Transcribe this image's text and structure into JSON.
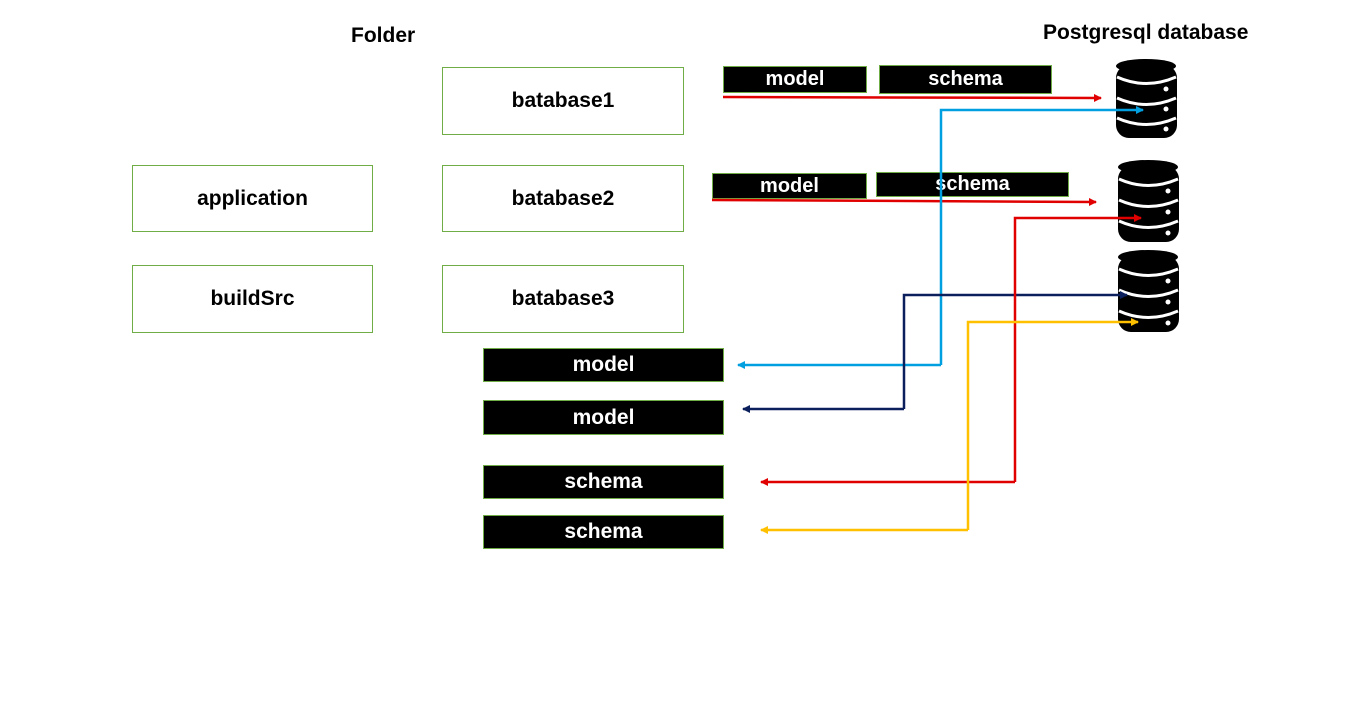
{
  "headings": {
    "folder": "Folder",
    "database": "Postgresql database"
  },
  "folders": {
    "application": "application",
    "buildsrc": "buildSrc",
    "batabase1": "batabase1",
    "batabase2": "batabase2",
    "batabase3": "batabase3"
  },
  "db_tags": {
    "db1_model": "model",
    "db1_schema": "schema",
    "db2_model": "model",
    "db2_schema": "schema"
  },
  "bottom_tags": {
    "model_1": "model",
    "model_2": "model",
    "schema_1": "schema",
    "schema_2": "schema"
  },
  "colors": {
    "folder_border": "#70ad47",
    "arrow_red": "#e00000",
    "arrow_light_blue": "#00a0e0",
    "arrow_navy": "#0b1f5c",
    "arrow_yellow": "#ffc000"
  },
  "icons": [
    "database-icon",
    "database-icon",
    "database-icon"
  ]
}
